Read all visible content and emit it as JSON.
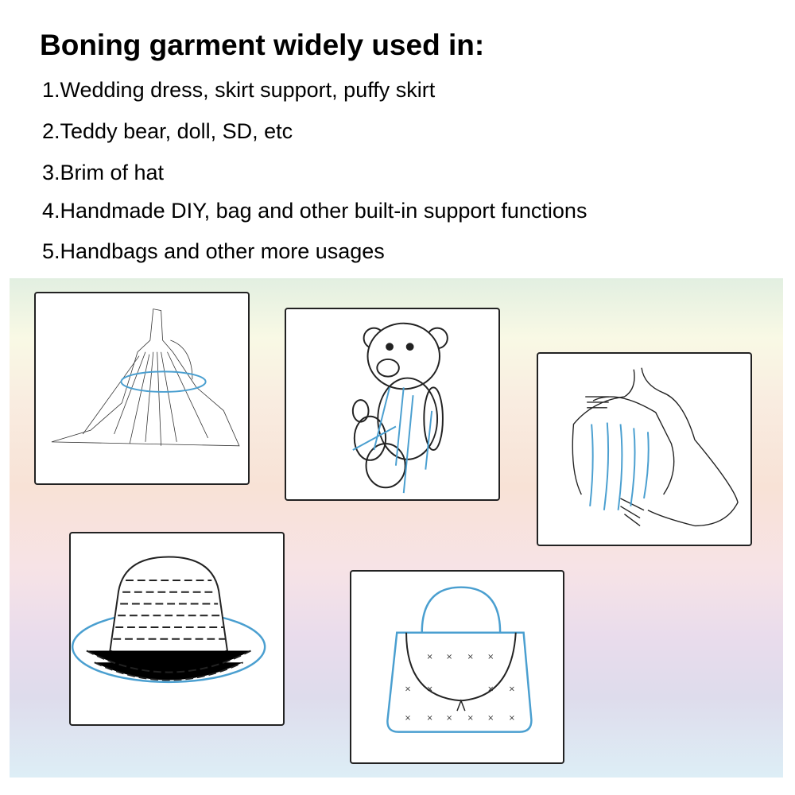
{
  "title": "Boning garment widely used in:",
  "uses": [
    "1.Wedding dress, skirt support, puffy skirt",
    "2.Teddy bear, doll, SD, etc",
    "3.Brim of hat",
    "4.Handmade DIY, bag and other built-in support functions",
    "5.Handbags and other more usages"
  ],
  "colors": {
    "accent_blue": "#4a9fd0",
    "line": "#222222"
  }
}
